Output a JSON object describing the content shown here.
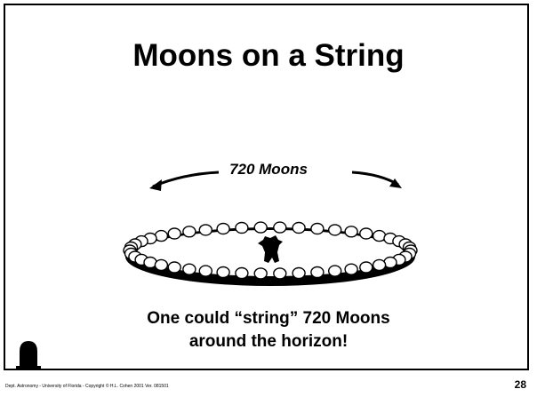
{
  "slide": {
    "title": "Moons on a String",
    "moons_label": "720 Moons",
    "caption_line1": "One could “string” 720 Moons",
    "caption_line2": "around the horizon!",
    "footer": "Dept. Astronomy   - University of Florida   - Copyright © H.L. Cohen 2001     Ver. 081501",
    "page_number": "28"
  },
  "illustration": {
    "arrow_left_icon": "curved-arrow-left-icon",
    "arrow_right_icon": "curved-arrow-right-icon",
    "moon_ring_icon": "moon-bead-ring-icon",
    "observer_icon": "observer-figure-icon",
    "tombstone_icon": "tombstone-icon"
  }
}
